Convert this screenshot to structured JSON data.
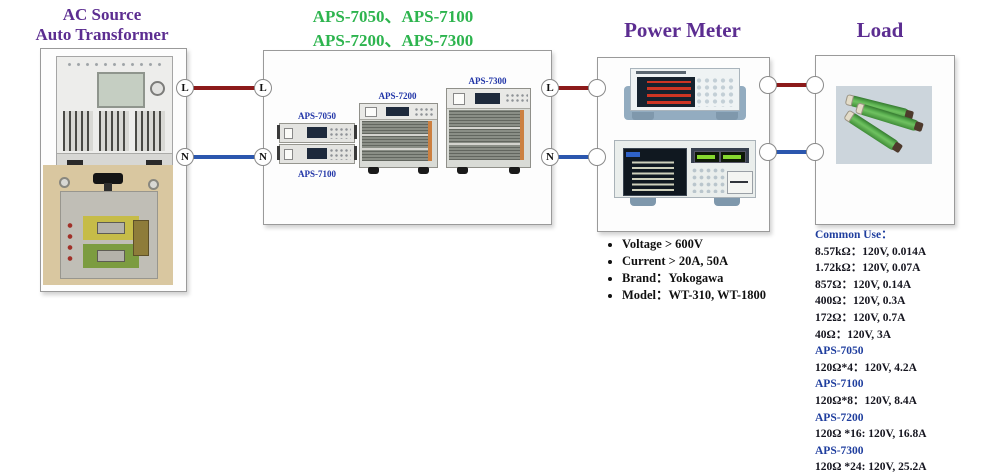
{
  "titles": {
    "ac_source_line1": "AC Source",
    "ac_source_line2": "Auto Transformer",
    "aps_models_line1": "APS-7050、APS-7100",
    "aps_models_line2": "APS-7200、APS-7300",
    "power_meter": "Power Meter",
    "load": "Load"
  },
  "connectors": {
    "live": "L",
    "neutral": "N"
  },
  "aps_device_labels": {
    "aps7050": "APS-7050",
    "aps7100": "APS-7100",
    "aps7200": "APS-7200",
    "aps7300": "APS-7300"
  },
  "power_meter_specs": [
    "Voltage > 600V",
    "Current > 20A, 50A",
    "Brand：Yokogawa",
    "Model：WT-310, WT-1800"
  ],
  "load_info": {
    "header": "Common Use：",
    "rows": [
      {
        "text": "8.57kΩ：120V, 0.014A",
        "style": "value"
      },
      {
        "text": "1.72kΩ：120V, 0.07A",
        "style": "value"
      },
      {
        "text": "857Ω：120V, 0.14A",
        "style": "value"
      },
      {
        "text": "400Ω：120V, 0.3A",
        "style": "value"
      },
      {
        "text": "172Ω：120V, 0.7A",
        "style": "value"
      },
      {
        "text": "40Ω：120V, 3A",
        "style": "value"
      },
      {
        "text": "APS-7050",
        "style": "model"
      },
      {
        "text": "120Ω*4：120V, 4.2A",
        "style": "value"
      },
      {
        "text": "APS-7100",
        "style": "model"
      },
      {
        "text": "120Ω*8：120V, 8.4A",
        "style": "value"
      },
      {
        "text": "APS-7200",
        "style": "model"
      },
      {
        "text": "120Ω *16: 120V, 16.8A",
        "style": "value"
      },
      {
        "text": "APS-7300",
        "style": "model"
      },
      {
        "text": "120Ω *24: 120V, 25.2A",
        "style": "value"
      }
    ]
  },
  "colors": {
    "title_purple": "#5C2D91",
    "title_green": "#2DB44E",
    "label_blue": "#1F3E9E",
    "wire_live_red": "#8C1A1A",
    "wire_neutral_blue": "#2B57AE",
    "list_text_dark": "#15151F"
  }
}
